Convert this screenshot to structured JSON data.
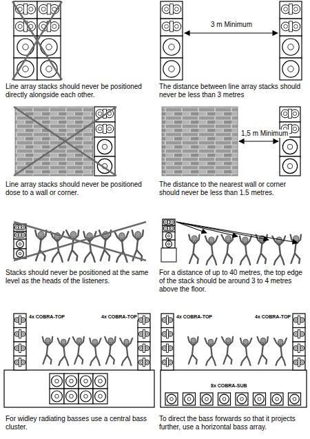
{
  "diagram": {
    "labels": [
      "Line array stacks should never be positioned directly alongside each other.",
      "3 m Minimum",
      "The distance between line array stacks should never be less than 3 metres",
      "Line array stacks should never be positioned dose to a wall or corner.",
      "1,5 m Minimum",
      "The distance to the nearest wall or corner should never be less than 1.5 metres.",
      "Stacks should never be positioned at the same level as the heads of the listeners.",
      "For a distance of up to 40 metres, the top edge of the stack should be around 3 to 4 metres above the floor.",
      "4x COBRA-TOP",
      "4x COBRA-TOP",
      "For widley radiating basses use a central bass cluster.",
      "4x COBRA-TOP",
      "4x COBRA-TOP",
      "8x COBRA-SUB",
      "To direct the bass forwards so that it projects further, use a horizontal bass array."
    ]
  }
}
